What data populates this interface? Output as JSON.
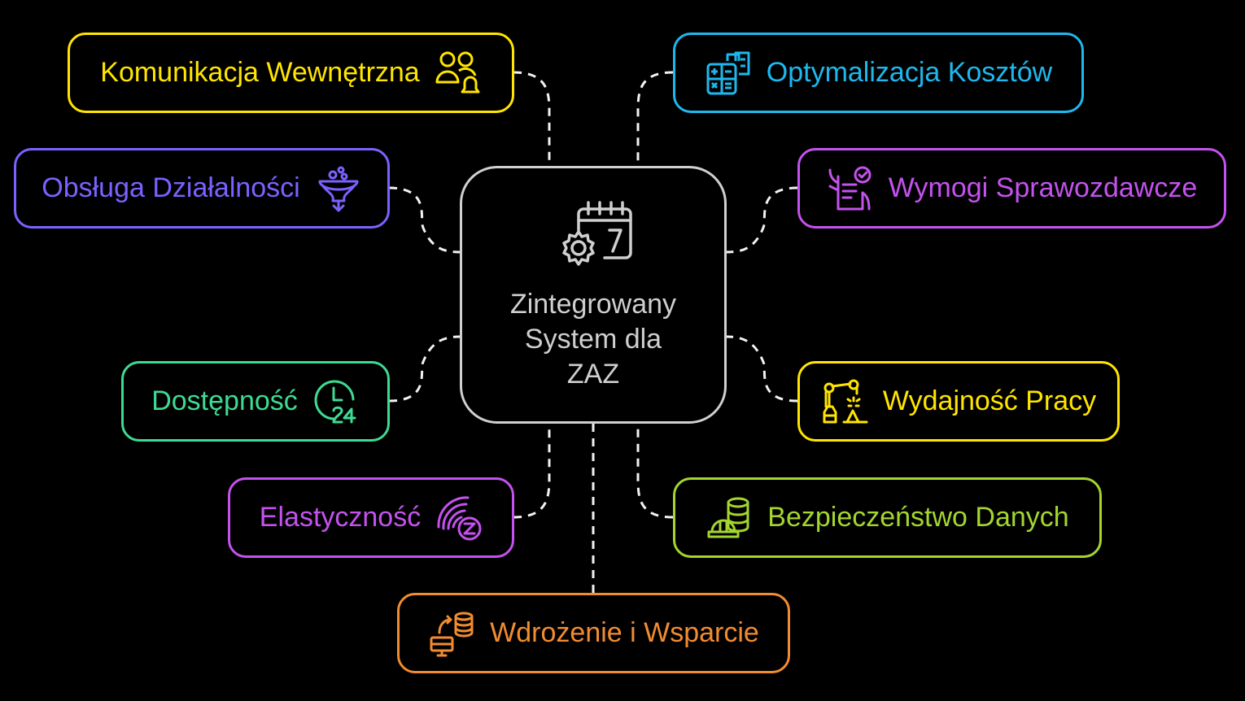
{
  "center": {
    "title_lines": [
      "Zintegrowany",
      "System dla",
      "ZAZ"
    ],
    "icon": "calendar-gear-icon"
  },
  "colors": {
    "yellow": "#FFE500",
    "cyan": "#1EB8EE",
    "violet": "#7B61FF",
    "magenta": "#C452EE",
    "green": "#3DDB92",
    "lime": "#A3D62E",
    "orange": "#F28C30",
    "center": "#D0D0D0"
  },
  "nodes": [
    {
      "label": "Komunikacja Wewnętrzna",
      "icon": "users-bell-icon"
    },
    {
      "label": "Optymalizacja Kosztów",
      "icon": "calculator-icon"
    },
    {
      "label": "Obsługa Działalności",
      "icon": "funnel-icon"
    },
    {
      "label": "Wymogi Sprawozdawcze",
      "icon": "report-check-icon"
    },
    {
      "label": "Dostępność",
      "icon": "clock-24-icon"
    },
    {
      "label": "Wydajność Pracy",
      "icon": "robot-arm-icon"
    },
    {
      "label": "Elastyczność",
      "icon": "wireless-z-icon"
    },
    {
      "label": "Bezpieczeństwo Danych",
      "icon": "database-helmet-icon"
    },
    {
      "label": "Wdrożenie i Wsparcie",
      "icon": "computer-database-icon"
    }
  ]
}
